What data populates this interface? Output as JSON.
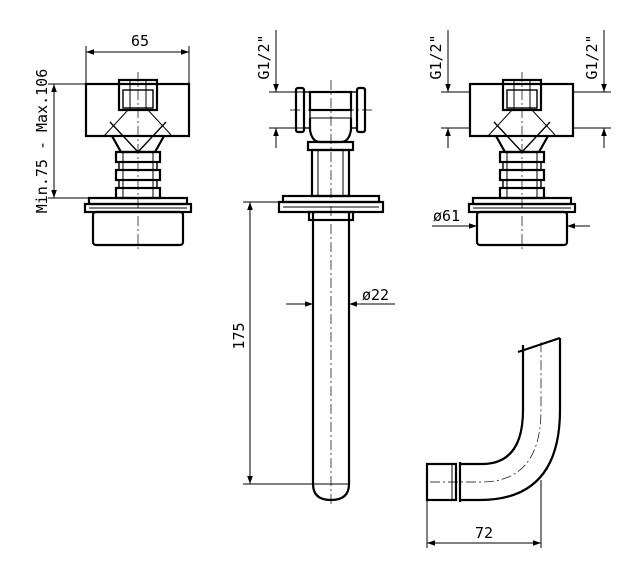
{
  "dimensions": {
    "width_65": "65",
    "height_range": "Min.75 - Max.106",
    "thread_mid": "G1/2\"",
    "thread_right_a": "G1/2\"",
    "thread_right_b": "G1/2\"",
    "length_175": "175",
    "diam_22": "ø22",
    "diam_61": "ø61",
    "width_72": "72"
  }
}
